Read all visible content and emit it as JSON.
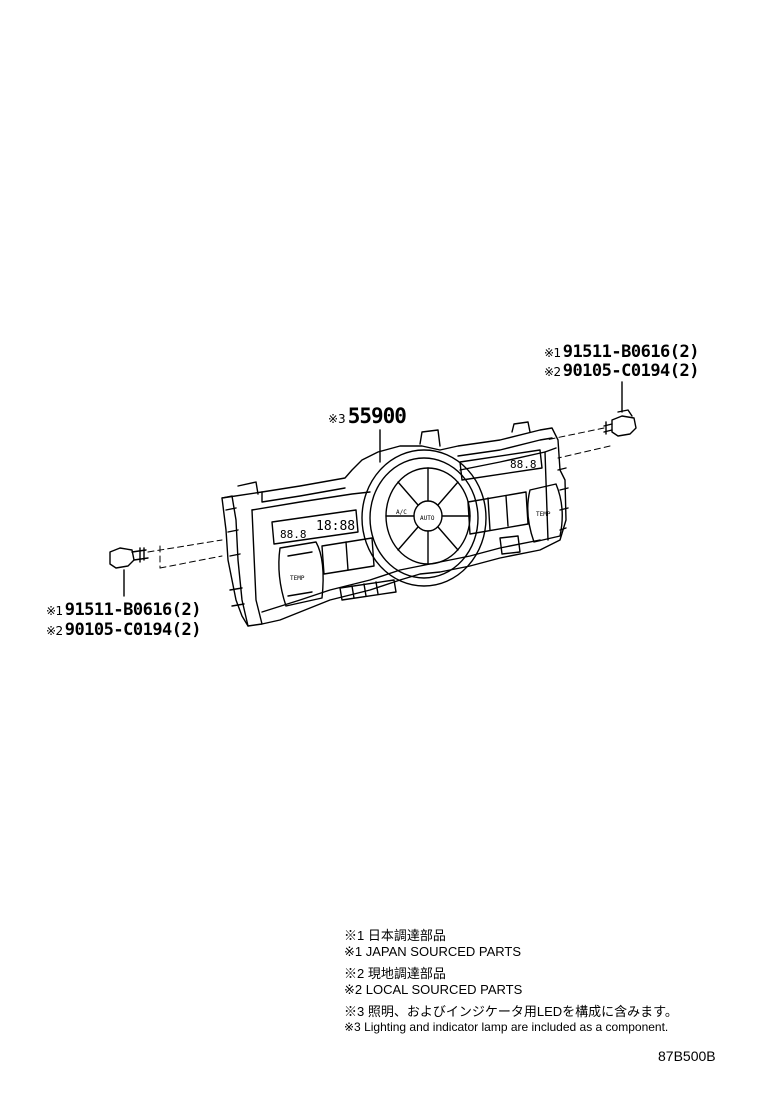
{
  "callouts": {
    "bolt_right": {
      "mark1": "※1",
      "part1": "91511-B0616(2)",
      "mark2": "※2",
      "part2": "90105-C0194(2)"
    },
    "bolt_left": {
      "mark1": "※1",
      "part1": "91511-B0616(2)",
      "mark2": "※2",
      "part2": "90105-C0194(2)"
    },
    "main_part": {
      "mark": "※3",
      "part": "55900"
    }
  },
  "panel_text": {
    "left_display": "88.8",
    "clock": "18:88",
    "right_display": "88.8",
    "temp_left": "TEMP",
    "temp_right": "TEMP",
    "ac": "A/C",
    "auto": "AUTO"
  },
  "notes": [
    "※1 日本調達部品",
    "※1 JAPAN SOURCED PARTS",
    "※2 現地調達部品",
    "※2 LOCAL SOURCED PARTS",
    "※3 照明、およびインジケータ用LEDを構成に含みます。",
    "※3 Lighting and indicator lamp are included as a component."
  ],
  "diagram_id": "87B500B"
}
